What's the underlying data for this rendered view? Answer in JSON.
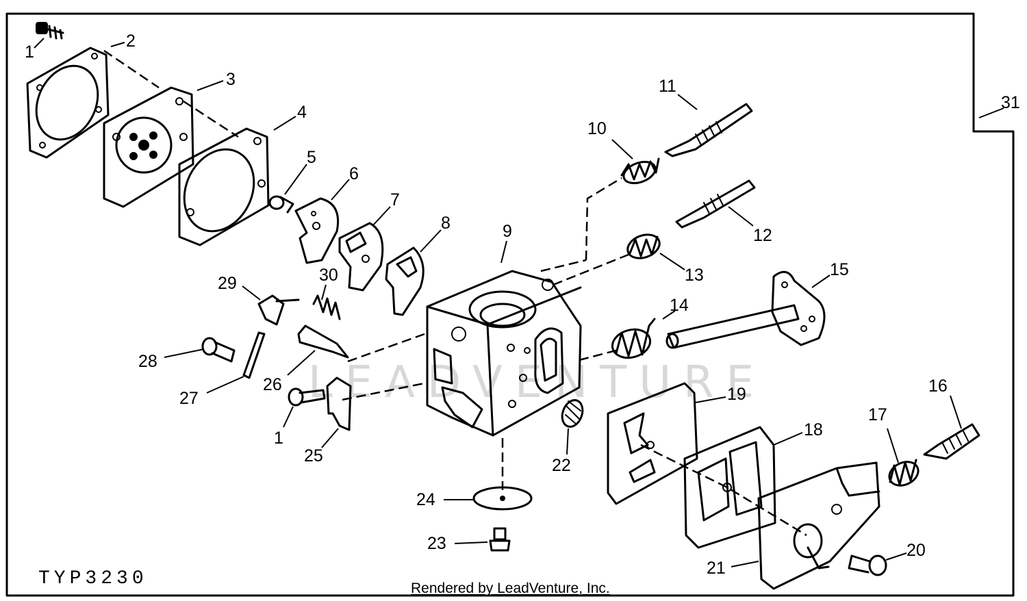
{
  "diagram": {
    "code": "TYP3230",
    "credit": "Rendered by LeadVenture, Inc.",
    "watermark": "LEADVENTURE",
    "callouts": [
      {
        "id": "c1a",
        "text": "1"
      },
      {
        "id": "c2",
        "text": "2"
      },
      {
        "id": "c3",
        "text": "3"
      },
      {
        "id": "c4",
        "text": "4"
      },
      {
        "id": "c5",
        "text": "5"
      },
      {
        "id": "c6",
        "text": "6"
      },
      {
        "id": "c7",
        "text": "7"
      },
      {
        "id": "c8",
        "text": "8"
      },
      {
        "id": "c9",
        "text": "9"
      },
      {
        "id": "c10",
        "text": "10"
      },
      {
        "id": "c11",
        "text": "11"
      },
      {
        "id": "c12",
        "text": "12"
      },
      {
        "id": "c13",
        "text": "13"
      },
      {
        "id": "c14",
        "text": "14"
      },
      {
        "id": "c15",
        "text": "15"
      },
      {
        "id": "c16",
        "text": "16"
      },
      {
        "id": "c17",
        "text": "17"
      },
      {
        "id": "c18",
        "text": "18"
      },
      {
        "id": "c19",
        "text": "19"
      },
      {
        "id": "c20",
        "text": "20"
      },
      {
        "id": "c21",
        "text": "21"
      },
      {
        "id": "c22",
        "text": "22"
      },
      {
        "id": "c23",
        "text": "23"
      },
      {
        "id": "c24",
        "text": "24"
      },
      {
        "id": "c25",
        "text": "25"
      },
      {
        "id": "c26",
        "text": "26"
      },
      {
        "id": "c27",
        "text": "27"
      },
      {
        "id": "c28",
        "text": "28"
      },
      {
        "id": "c29",
        "text": "29"
      },
      {
        "id": "c30",
        "text": "30"
      },
      {
        "id": "c31",
        "text": "31"
      },
      {
        "id": "c1b",
        "text": "1"
      }
    ]
  }
}
